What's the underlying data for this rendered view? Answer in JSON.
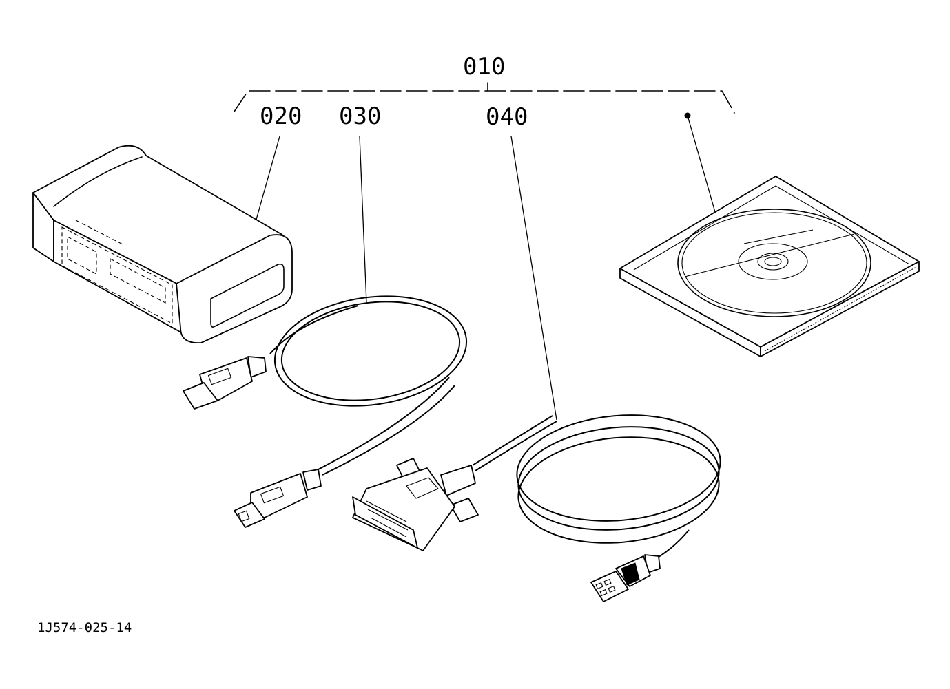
{
  "callouts": {
    "kit": "010",
    "interface": "020",
    "usb_cable": "030",
    "serial_cable": "040"
  },
  "figure_ref": "1J574-025-14"
}
